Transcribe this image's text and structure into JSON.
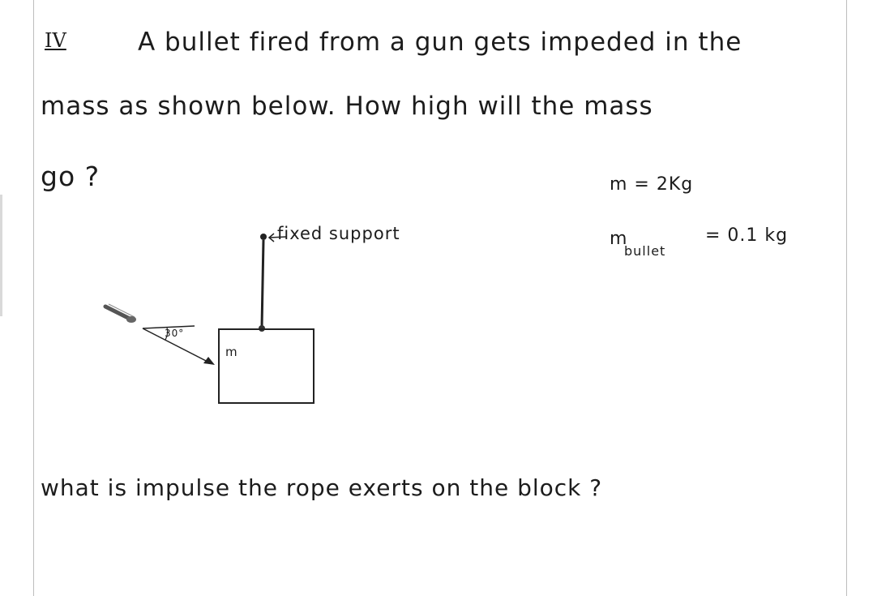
{
  "problem": {
    "number": "IV",
    "line1": "A bullet fired from a gun gets impeded in the",
    "line2": "mass as shown below. How high will the mass",
    "line3": "go ?"
  },
  "given": {
    "mass": "m = 2Kg",
    "bullet_symbol": "m",
    "bullet_subscript": "bullet",
    "bullet_value": "= 0.1 kg"
  },
  "diagram": {
    "support_label": "fixed support",
    "block_label": "m",
    "angle_label": "30°"
  },
  "question": "what is impulse the rope exerts on the block ?"
}
